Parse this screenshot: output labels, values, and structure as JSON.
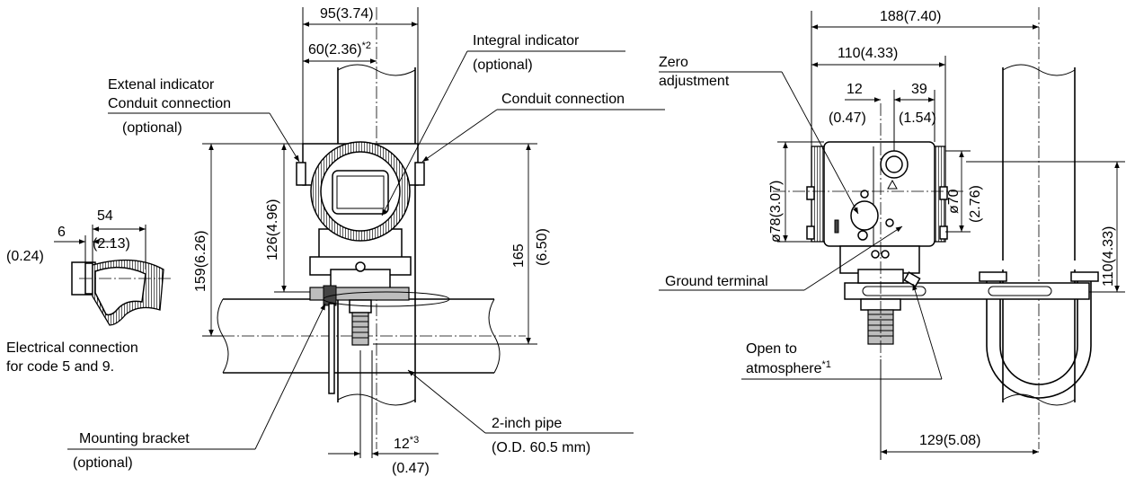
{
  "labels": {
    "integral_indicator": "Integral indicator",
    "integral_indicator_opt": "(optional)",
    "external_indicator": "Extenal indicator",
    "conduit_connection_ext": "Conduit connection",
    "external_opt": "(optional)",
    "conduit_connection": "Conduit connection",
    "electrical_connection_1": "Electrical connection",
    "electrical_connection_2": "for code 5 and 9.",
    "mounting_bracket": "Mounting bracket",
    "mounting_bracket_opt": "(optional)",
    "pipe_1": "2-inch pipe",
    "pipe_2": "(O.D. 60.5 mm)",
    "zero_1": "Zero",
    "zero_2": "adjustment",
    "ground_terminal": "Ground terminal",
    "open_1": "Open to",
    "open_2": "atmosphere",
    "open_note": "*1"
  },
  "dimensions": {
    "d95": "95(3.74)",
    "d60": "60(2.36)",
    "d60_note": "*2",
    "d54": "54",
    "d54_in": "(2.13)",
    "d6": "6",
    "d6_in": "(0.24)",
    "d159": "159(6.26)",
    "d126": "126(4.96)",
    "d165": "165",
    "d165_in": "(6.50)",
    "d12b": "12",
    "d12b_note": "*3",
    "d12b_in": "(0.47)",
    "d188": "188(7.40)",
    "d110h": "110(4.33)",
    "d12": "12",
    "d12_in": "(0.47)",
    "d39": "39",
    "d39_in": "(1.54)",
    "d78": "ø78(3.07)",
    "d70": "ø70",
    "d70_in": "(2.76)",
    "d110v": "110(4.33)",
    "d129": "129(5.08)"
  }
}
